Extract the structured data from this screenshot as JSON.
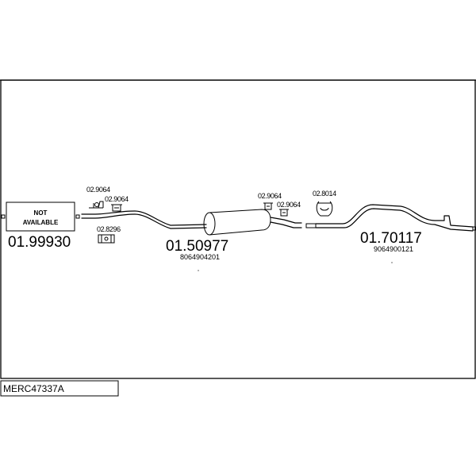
{
  "reference": "MERC47337A",
  "parts": [
    {
      "number": "01.99930",
      "note": "NOT AVAILABLE"
    },
    {
      "number": "01.50977",
      "oem": "8064904201"
    },
    {
      "number": "01.70117",
      "oem": "9064900121"
    }
  ],
  "fittings": [
    {
      "code": "02.9064"
    },
    {
      "code": "02.9064"
    },
    {
      "code": "02.8296"
    },
    {
      "code": "02.9064"
    },
    {
      "code": "02.9064"
    },
    {
      "code": "02.8014"
    }
  ]
}
